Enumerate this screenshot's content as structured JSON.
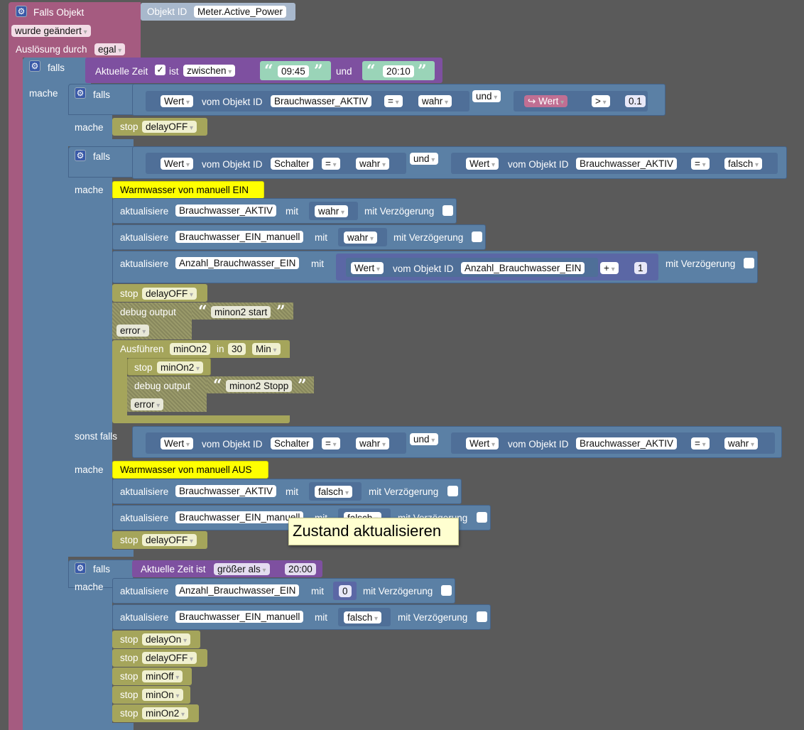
{
  "trigger": {
    "title": "Falls Objekt",
    "id_label": "Objekt ID",
    "object": "Meter.Active_Power",
    "changed": "wurde geändert",
    "trigger_label": "Auslösung durch",
    "trigger_value": "egal"
  },
  "labels": {
    "falls": "falls",
    "mache": "mache",
    "sonst_falls": "sonst falls",
    "wert": "Wert",
    "vom_objekt_id": "vom Objekt ID",
    "und": "und",
    "eq": "=",
    "gt": ">",
    "plus": "+",
    "aktualisiere": "aktualisiere",
    "mit": "mit",
    "mit_verzoegerung": "mit Verzögerung",
    "stop": "stop",
    "debug_output": "debug output",
    "error": "error",
    "ausfuehren": "Ausführen",
    "in": "in",
    "open_quote": "“",
    "close_quote": "”"
  },
  "time_cond": {
    "aktuelle_zeit": "Aktuelle Zeit",
    "ist": "ist",
    "op": "zwischen",
    "from": "09:45",
    "to": "20:10",
    "und": "und"
  },
  "if1": {
    "obj": "Brauchwasser_AKTIV",
    "val": "wahr",
    "threshold": "0.1",
    "stop_target": "delayOFF"
  },
  "if2": {
    "obj_a": "Schalter",
    "val_a": "wahr",
    "obj_b": "Brauchwasser_AKTIV",
    "val_b": "falsch",
    "comment": "Warmwasser von manuell EIN",
    "upd1_obj": "Brauchwasser_AKTIV",
    "upd1_val": "wahr",
    "upd2_obj": "Brauchwasser_EIN_manuell",
    "upd2_val": "wahr",
    "upd3_obj": "Anzahl_Brauchwasser_EIN",
    "upd3_inc": "1",
    "stop_target": "delayOFF",
    "debug_text": "minon2 start",
    "timer_name": "minOn2",
    "timer_val": "30",
    "timer_unit": "Min",
    "timer_stop": "minOn2",
    "timer_debug": "minon2 Stopp"
  },
  "elseif": {
    "obj_a": "Schalter",
    "val_a": "wahr",
    "obj_b": "Brauchwasser_AKTIV",
    "val_b": "wahr",
    "comment": "Warmwasser von manuell AUS",
    "upd1_obj": "Brauchwasser_AKTIV",
    "upd1_val": "falsch",
    "upd2_obj": "Brauchwasser_EIN_manuell",
    "upd2_val": "falsch",
    "stop_target": "delayOFF",
    "tooltip": "Zustand aktualisieren"
  },
  "if3": {
    "cond_label": "Aktuelle Zeit ist",
    "op": "größer als",
    "time": "20:00",
    "upd1_obj": "Anzahl_Brauchwasser_EIN",
    "upd1_val": "0",
    "upd2_obj": "Brauchwasser_EIN_manuell",
    "upd2_val": "falsch",
    "stops": [
      "delayOn",
      "delayOFF",
      "minOff",
      "minOn",
      "minOn2"
    ]
  },
  "colors": {
    "logic": "#5b80a5",
    "event": "#a55b80",
    "time": "#7e50a0",
    "timer": "#a5a55b",
    "comment": "#ffff00",
    "workspace": "#5a5a5a"
  }
}
